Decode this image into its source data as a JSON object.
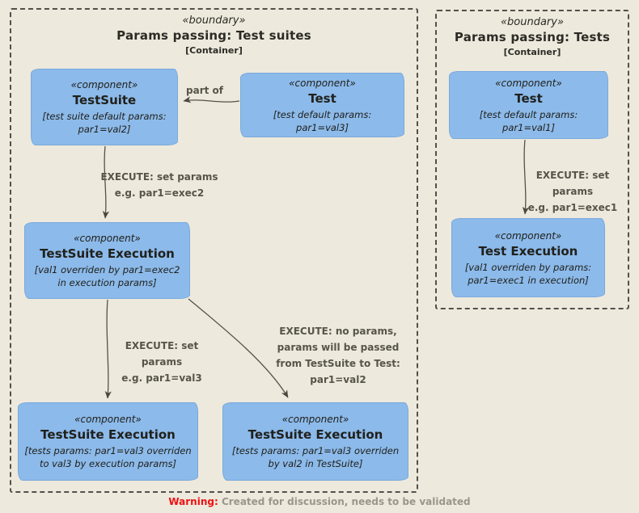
{
  "canvas": {
    "background": "#EDE9DD"
  },
  "colors": {
    "node_fill": "#8CBAEA",
    "node_border": "#7AA9DB",
    "boundary_border": "#53504A",
    "arrow": "#4A473F",
    "edge_label": "#57544A",
    "warning_red": "#EE1111",
    "warning_gray": "#9A968B"
  },
  "boundaries": [
    {
      "stereotype": "«boundary»",
      "title": "Params passing: Test suites",
      "subtitle": "[Container]"
    },
    {
      "stereotype": "«boundary»",
      "title": "Params passing: Tests",
      "subtitle": "[Container]"
    }
  ],
  "nodes": [
    {
      "stereotype": "«component»",
      "name": "TestSuite",
      "description": "[test suite default params: par1=val2]"
    },
    {
      "stereotype": "«component»",
      "name": "Test",
      "description": "[test default params: par1=val3]"
    },
    {
      "stereotype": "«component»",
      "name": "TestSuite Execution",
      "description": "[val1 overriden by par1=exec2 in execution params]"
    },
    {
      "stereotype": "«component»",
      "name": "TestSuite Execution",
      "description": "[tests params: par1=val3 overriden to val3 by execution params]"
    },
    {
      "stereotype": "«component»",
      "name": "TestSuite Execution",
      "description": "[tests params: par1=val3 overriden by val2 in TestSuite]"
    },
    {
      "stereotype": "«component»",
      "name": "Test",
      "description": "[test default params: par1=val1]"
    },
    {
      "stereotype": "«component»",
      "name": "Test Execution",
      "description": "[val1 overriden by params: par1=exec1 in execution]"
    }
  ],
  "edges": [
    {
      "id": "part-of",
      "label": "part of"
    },
    {
      "id": "exec2",
      "label": "EXECUTE: set params\ne.g. par1=exec2"
    },
    {
      "id": "val3",
      "label": "EXECUTE: set params\ne.g. par1=val3"
    },
    {
      "id": "no-params",
      "label": "EXECUTE: no params,\nparams will be passed\nfrom TestSuite to Test:\npar1=val2"
    },
    {
      "id": "exec1",
      "label": "EXECUTE: set params\ne.g. par1=exec1"
    }
  ],
  "warning": {
    "label": "Warning:",
    "text": " Created for discussion, needs to be validated"
  }
}
